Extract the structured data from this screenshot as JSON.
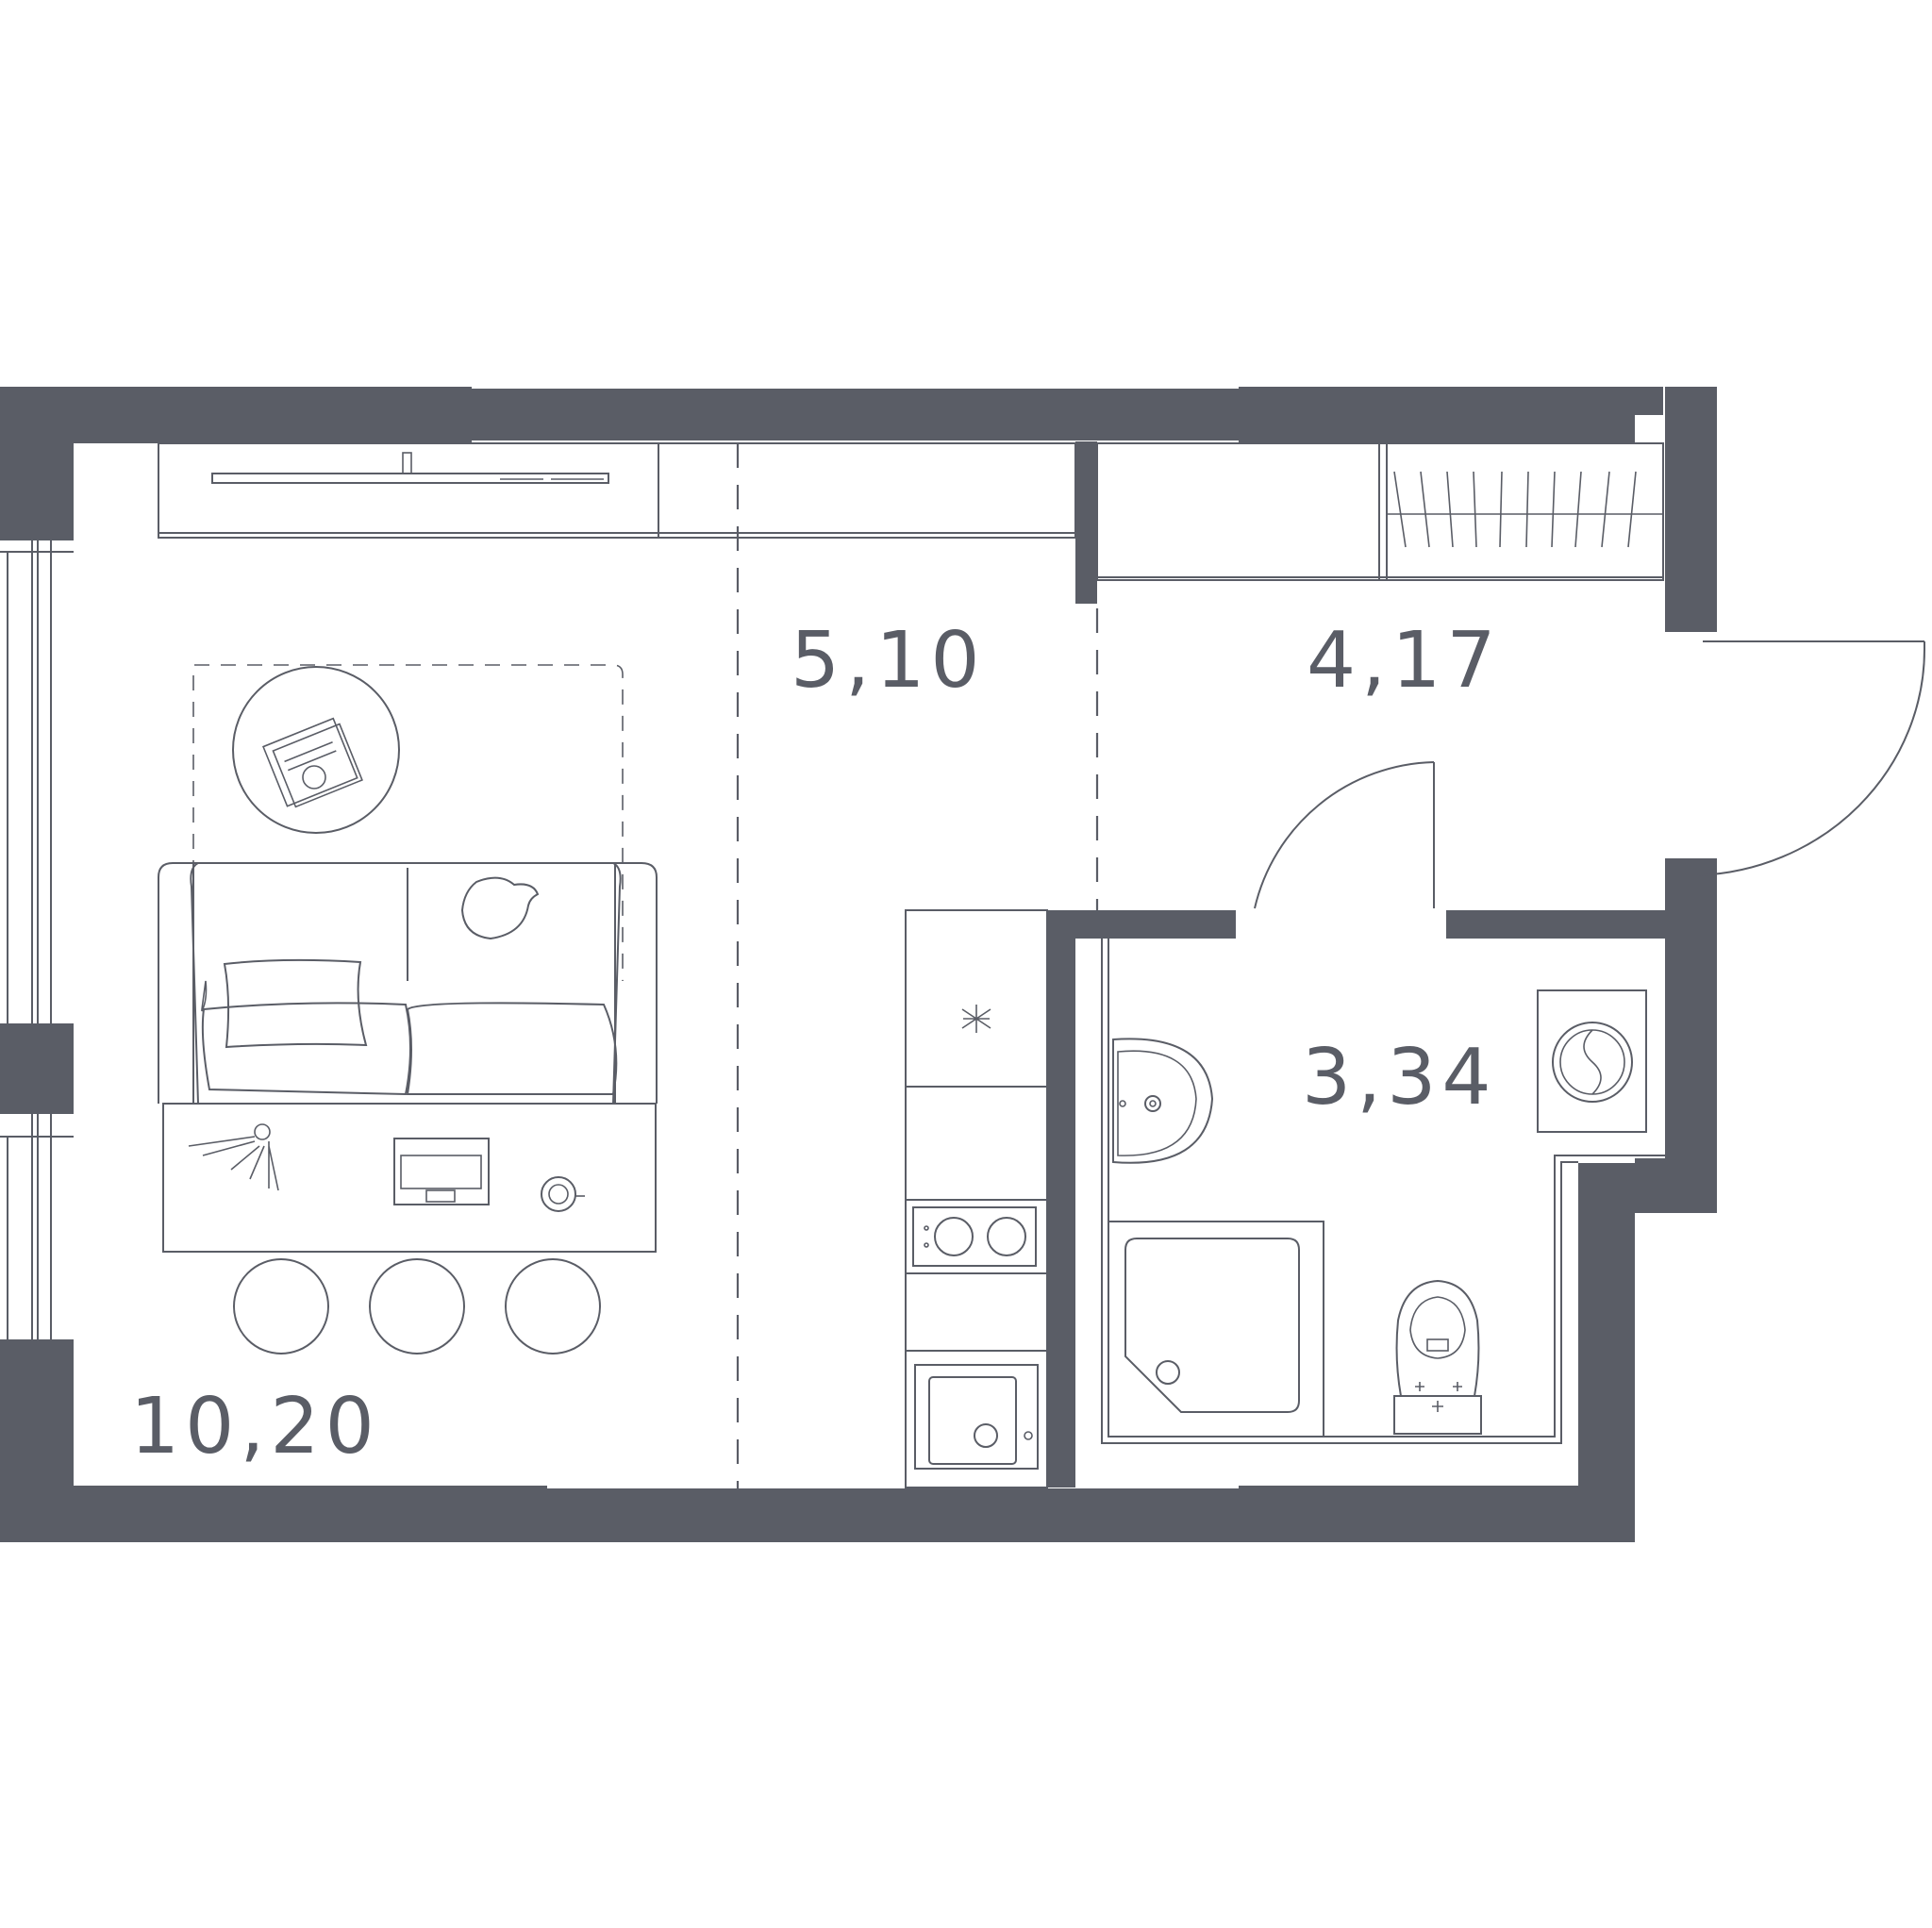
{
  "rooms": [
    {
      "id": "living",
      "area": "10,20"
    },
    {
      "id": "kitchen",
      "area": "5,10"
    },
    {
      "id": "hall",
      "area": "4,17"
    },
    {
      "id": "bathroom",
      "area": "3,34"
    }
  ],
  "colors": {
    "wall": "#5a5d66",
    "background": "#ffffff"
  }
}
